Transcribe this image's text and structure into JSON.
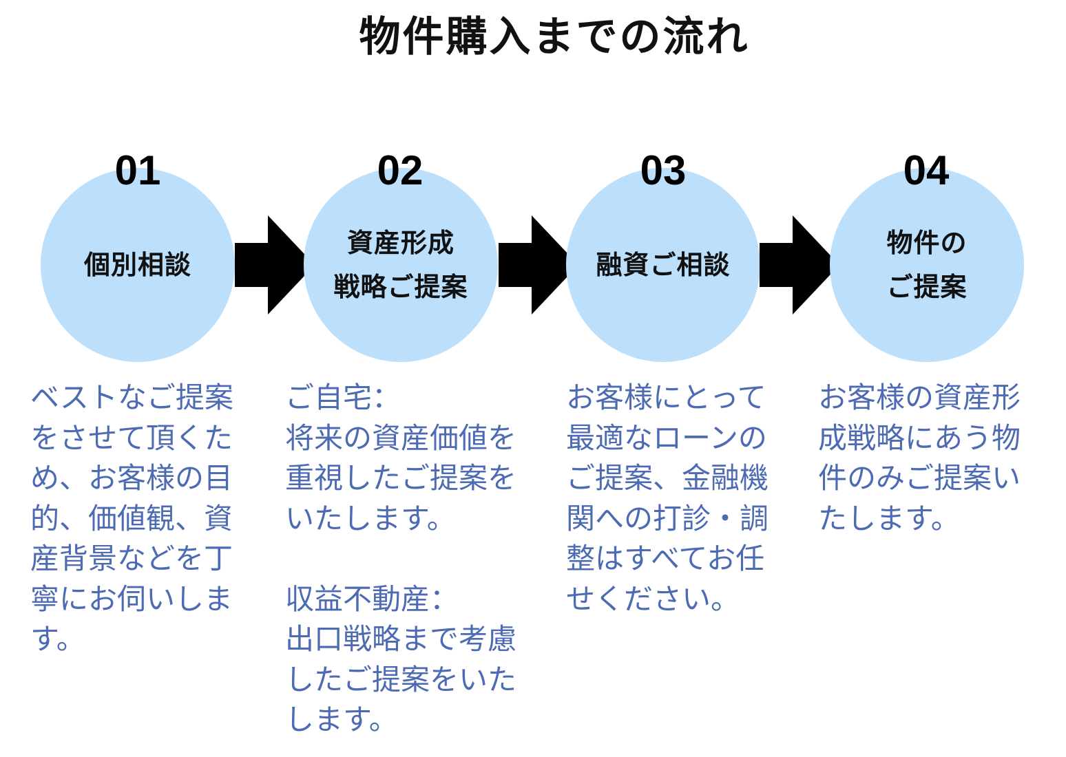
{
  "title": "物件購入までの流れ",
  "colors": {
    "circle_fill": "#bcdffb",
    "arrow_fill": "#000000",
    "description_text": "#4d6bb3",
    "title_text": "#111111"
  },
  "steps": [
    {
      "number": "01",
      "label": "個別相談",
      "description": "ベストなご提案\nをさせて頂くた\nめ、お客様の目\n的、価値観、資\n産背景などを丁\n寧にお伺いしま\nす。"
    },
    {
      "number": "02",
      "label": "資産形成\n戦略ご提案",
      "description": "ご自宅：\n将来の資産価値を\n重視したご提案を\nいたします。\n\n収益不動産：\n出口戦略まで考慮\nしたご提案をいた\nします。"
    },
    {
      "number": "03",
      "label": "融資ご相談",
      "description": "お客様にとって\n最適なローンの\nご提案、金融機\n関への打診・調\n整はすべてお任\nせください。"
    },
    {
      "number": "04",
      "label": "物件の\nご提案",
      "description": "お客様の資産形\n成戦略にあう物\n件のみご提案い\nたします。"
    }
  ]
}
